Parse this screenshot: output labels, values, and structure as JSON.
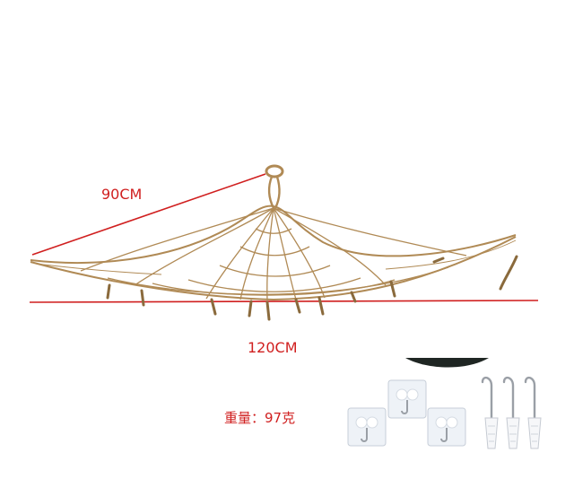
{
  "measurements": {
    "diagonal": "90CM",
    "width": "120CM",
    "weight": "重量：97克"
  },
  "colors": {
    "measure_line": "#d01f1f",
    "rope": "#b08a55",
    "rope_dark": "#8a6a3c",
    "hook_metal": "#9a9fa6",
    "adhesive_pad": "#eef2f7",
    "bowl_dark": "#1f2623"
  },
  "accessories": {
    "adhesive_hooks": 3,
    "screw_hooks": 3,
    "wall_anchors": 3
  }
}
